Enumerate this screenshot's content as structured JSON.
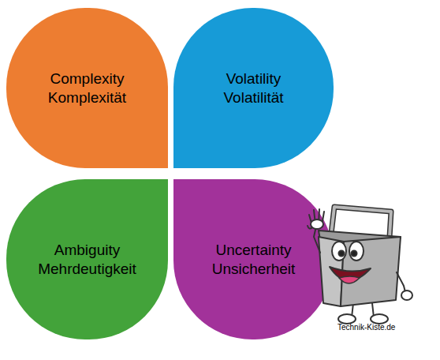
{
  "diagram": {
    "nodes": [
      {
        "text": [
          "Complexity",
          "Komplexität"
        ]
      },
      {
        "text": [
          "Volatility",
          "Volatilität"
        ]
      },
      {
        "text": [
          "Ambiguity",
          "Mehrdeutigkeit"
        ]
      },
      {
        "text": [
          "Uncertainty",
          "Unsicherheit"
        ]
      }
    ],
    "labels": [
      "Technik-Kiste.de"
    ]
  }
}
